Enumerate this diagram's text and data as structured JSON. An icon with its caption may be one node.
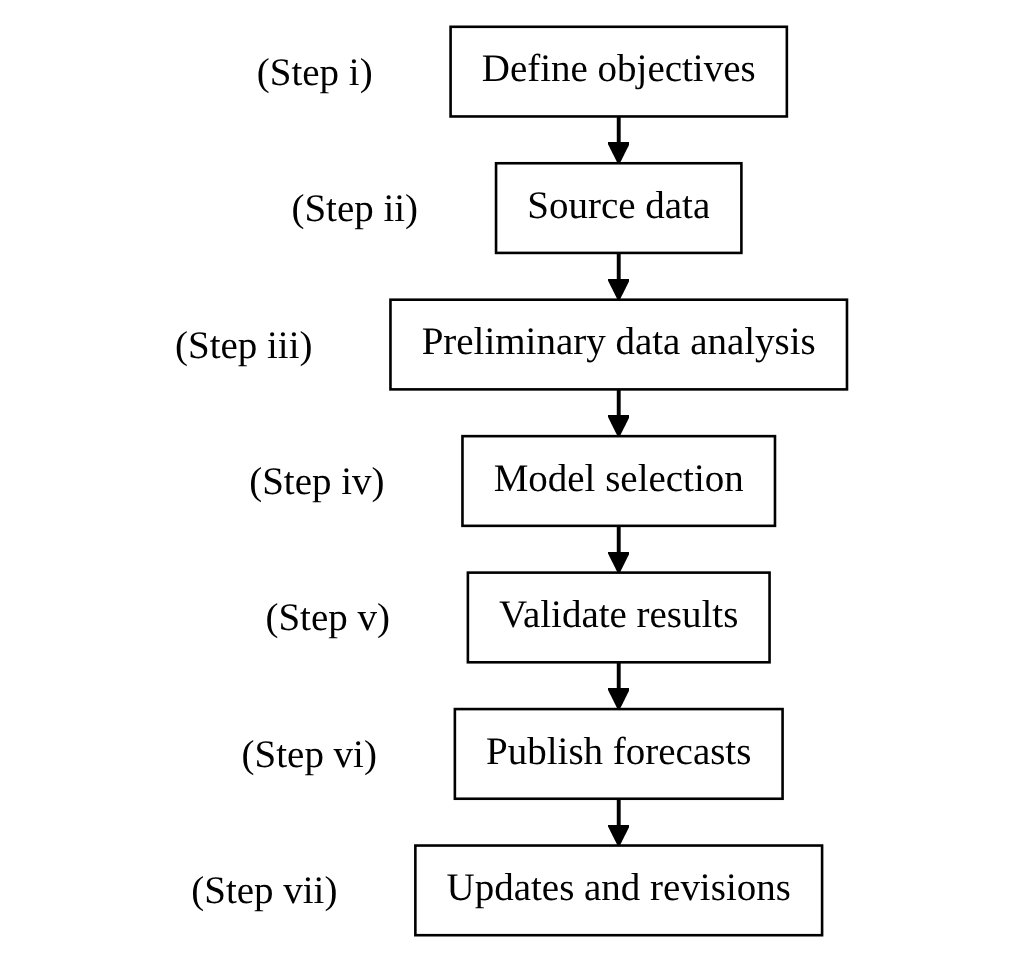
{
  "diagram": {
    "nodes": [
      {
        "text": [
          "Define objectives"
        ],
        "beside": [
          "(Step i)"
        ]
      },
      {
        "text": [
          "Source data"
        ],
        "beside": [
          "(Step ii)"
        ]
      },
      {
        "text": [
          "Preliminary data analysis"
        ],
        "beside": [
          "(Step iii)"
        ]
      },
      {
        "text": [
          "Model selection"
        ],
        "beside": [
          "(Step iv)"
        ]
      },
      {
        "text": [
          "Validate results"
        ],
        "beside": [
          "(Step v)"
        ]
      },
      {
        "text": [
          "Publish forecasts"
        ],
        "beside": [
          "(Step vi)"
        ]
      },
      {
        "text": [
          "Updates and revisions"
        ],
        "beside": [
          "(Step vii)"
        ]
      }
    ],
    "edges": [
      {
        "from": 0,
        "to": 1,
        "arrow": "to"
      },
      {
        "from": 1,
        "to": 2,
        "arrow": "to"
      },
      {
        "from": 2,
        "to": 3,
        "arrow": "to"
      },
      {
        "from": 3,
        "to": 4,
        "arrow": "to"
      },
      {
        "from": 4,
        "to": 5,
        "arrow": "to"
      },
      {
        "from": 5,
        "to": 6,
        "arrow": "to"
      }
    ]
  }
}
